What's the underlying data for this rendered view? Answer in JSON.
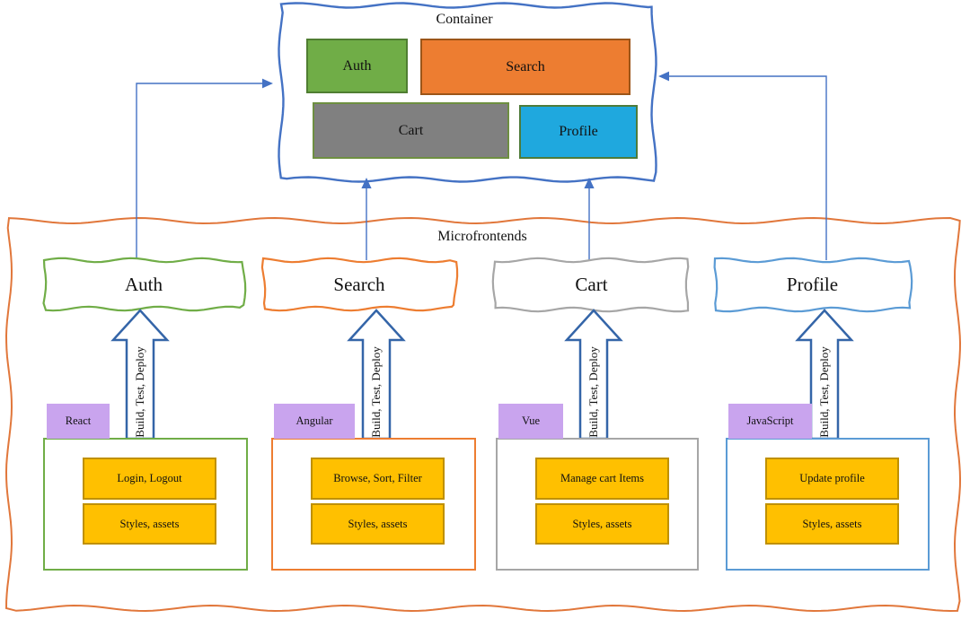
{
  "container": {
    "title": "Container",
    "modules": [
      {
        "label": "Auth"
      },
      {
        "label": "Search"
      },
      {
        "label": "Cart"
      },
      {
        "label": "Profile"
      }
    ]
  },
  "microfrontends": {
    "title": "Microfrontends",
    "pipeline_label": "Build, Test, Deploy",
    "columns": [
      {
        "name": "Auth",
        "framework": "React",
        "tasks": [
          "Login, Logout",
          "Styles, assets"
        ]
      },
      {
        "name": "Search",
        "framework": "Angular",
        "tasks": [
          "Browse, Sort, Filter",
          "Styles, assets"
        ]
      },
      {
        "name": "Cart",
        "framework": "Vue",
        "tasks": [
          "Manage cart Items",
          "Styles, assets"
        ]
      },
      {
        "name": "Profile",
        "framework": "JavaScript",
        "tasks": [
          "Update profile",
          "Styles, assets"
        ]
      }
    ]
  },
  "palette": {
    "connector_blue": "#4472C4",
    "block_arrow_blue": "#3465A8",
    "container_border_blue": "#4472C4",
    "microfrontends_border_orange": "#E1773B",
    "module_fills": [
      "#70AD47",
      "#ED7D31",
      "#808080",
      "#1FA8DE"
    ],
    "module_borders": [
      "#507E32",
      "#9C5518",
      "#6E8F41",
      "#4E7B3A"
    ],
    "mf_accents": [
      "#70AD47",
      "#ED7D31",
      "#A6A6A6",
      "#5B9BD5"
    ],
    "tab_fill": "#C9A4EE",
    "task_fill": "#FFC000",
    "task_border": "#BF9000",
    "text_color": "#111111"
  }
}
